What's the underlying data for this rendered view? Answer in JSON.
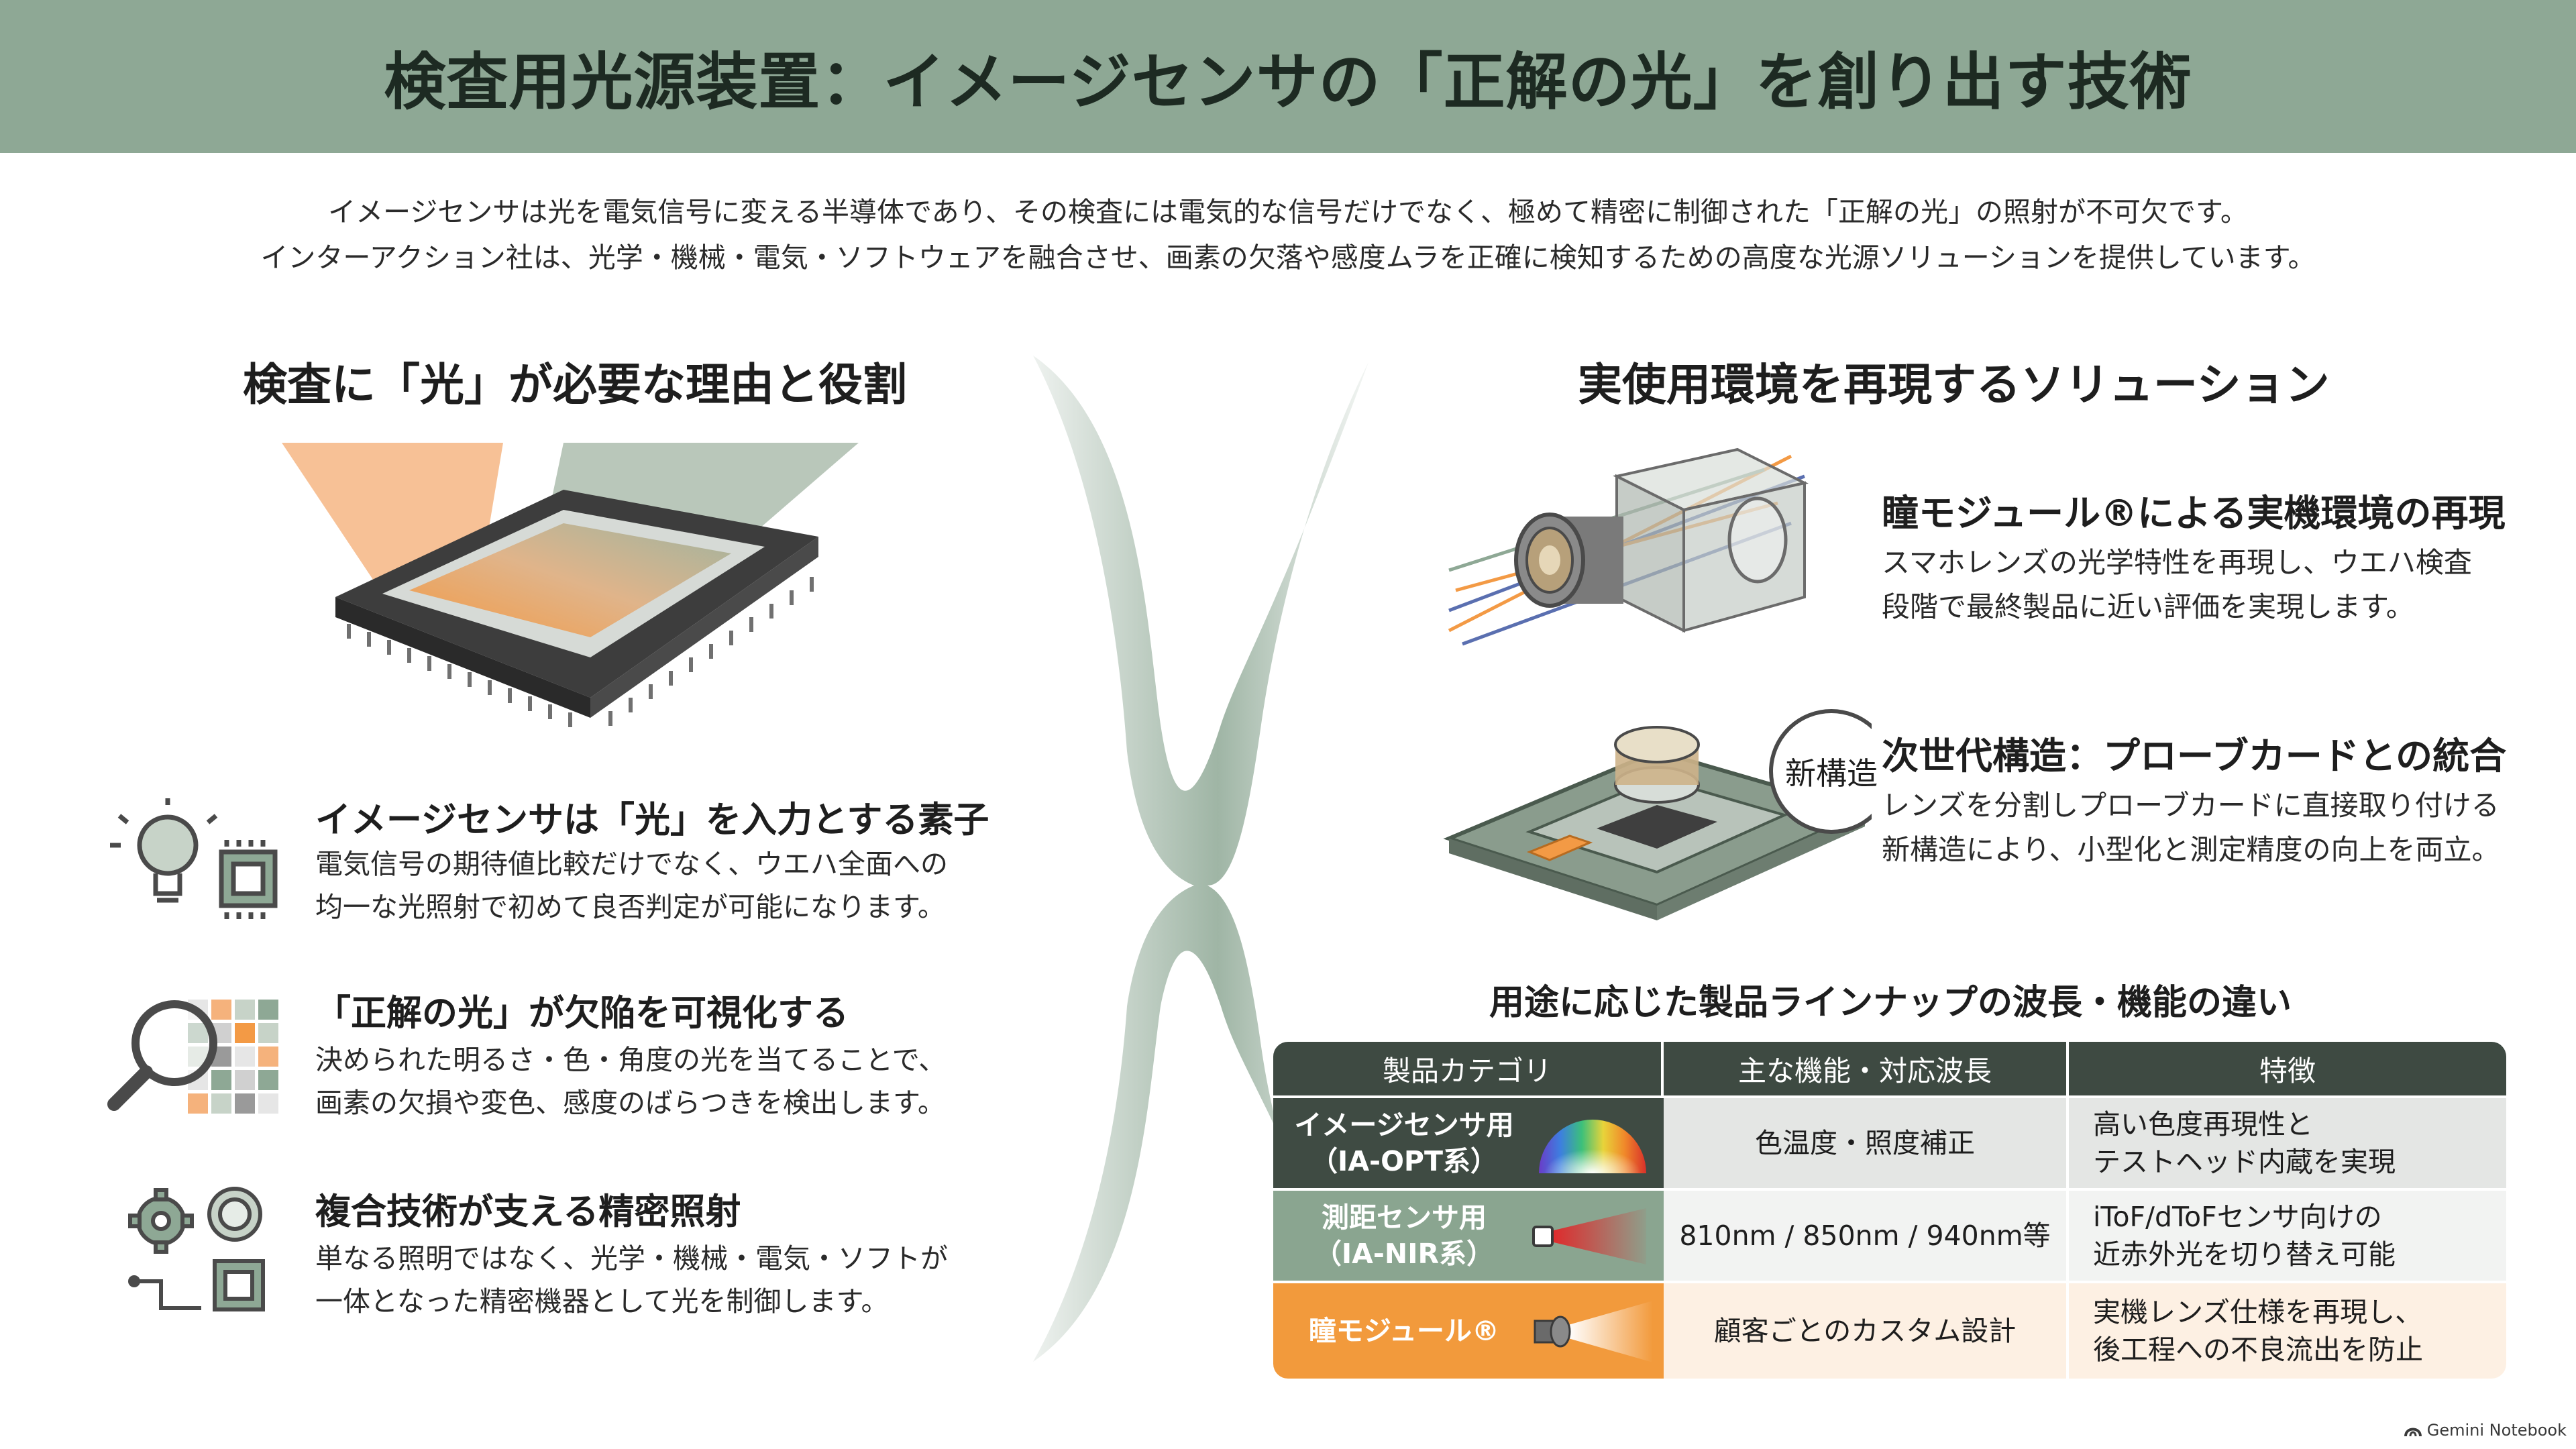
{
  "header": {
    "title": "検査用光源装置：イメージセンサの「正解の光」を創り出す技術"
  },
  "intro": {
    "line1": "イメージセンサは光を電気信号に変える半導体であり、その検査には電気的な信号だけでなく、極めて精密に制御された「正解の光」の照射が不可欠です。",
    "line2": "インターアクション社は、光学・機械・電気・ソフトウェアを融合させ、画素の欠落や感度ムラを正確に検知するための高度な光源ソリューションを提供しています。"
  },
  "left": {
    "heading": "検査に「光」が必要な理由と役割",
    "features": [
      {
        "title": "イメージセンサは「光」を入力とする素子",
        "desc1": "電気信号の期待値比較だけでなく、ウエハ全面への",
        "desc2": "均一な光照射で初めて良否判定が可能になります。"
      },
      {
        "title": "「正解の光」が欠陥を可視化する",
        "desc1": "決められた明るさ・色・角度の光を当てることで、",
        "desc2": "画素の欠損や変色、感度のばらつきを検出します。"
      },
      {
        "title": "複合技術が支える精密照射",
        "desc1": "単なる照明ではなく、光学・機械・電気・ソフトが",
        "desc2": "一体となった精密機器として光を制御します。"
      }
    ]
  },
  "right": {
    "heading": "実使用環境を再現するソリューション",
    "items": [
      {
        "title": "瞳モジュール®による実機環境の再現",
        "desc1": "スマホレンズの光学特性を再現し、ウエハ検査",
        "desc2": "段階で最終製品に近い評価を実現します。"
      },
      {
        "title": "次世代構造：プローブカードとの統合",
        "desc1": "レンズを分割しプローブカードに直接取り付ける",
        "desc2": "新構造により、小型化と測定精度の向上を両立。"
      }
    ],
    "badge": "新構造"
  },
  "table": {
    "heading": "用途に応じた製品ラインナップの波長・機能の違い",
    "headers": [
      "製品カテゴリ",
      "主な機能・対応波長",
      "特徴"
    ],
    "rows": [
      {
        "cat1": "イメージセンサ用",
        "cat2": "（IA-OPT系）",
        "func": "色温度・照度補正",
        "feat1": "高い色度再現性と",
        "feat2": "テストヘッド内蔵を実現"
      },
      {
        "cat1": "測距センサ用",
        "cat2": "（IA-NIR系）",
        "func": "810nm / 850nm / 940nm等",
        "feat1": "iToF/dToFセンサ向けの",
        "feat2": "近赤外光を切り替え可能"
      },
      {
        "cat1": "瞳モジュール®",
        "cat2": "",
        "func": "顧客ごとのカスタム設計",
        "feat1": "実機レンズ仕様を再現し、",
        "feat2": "後工程への不良流出を防止"
      }
    ]
  },
  "footer": {
    "logo": "Gemini Notebook"
  },
  "colors": {
    "banner": "#8ea895",
    "table_header": "#3e4a42",
    "row1_cat": "#3f4b43",
    "row2_cat": "#8aa590",
    "row3_cat": "#f29a3c",
    "row3_bg": "#fdf0e3"
  }
}
